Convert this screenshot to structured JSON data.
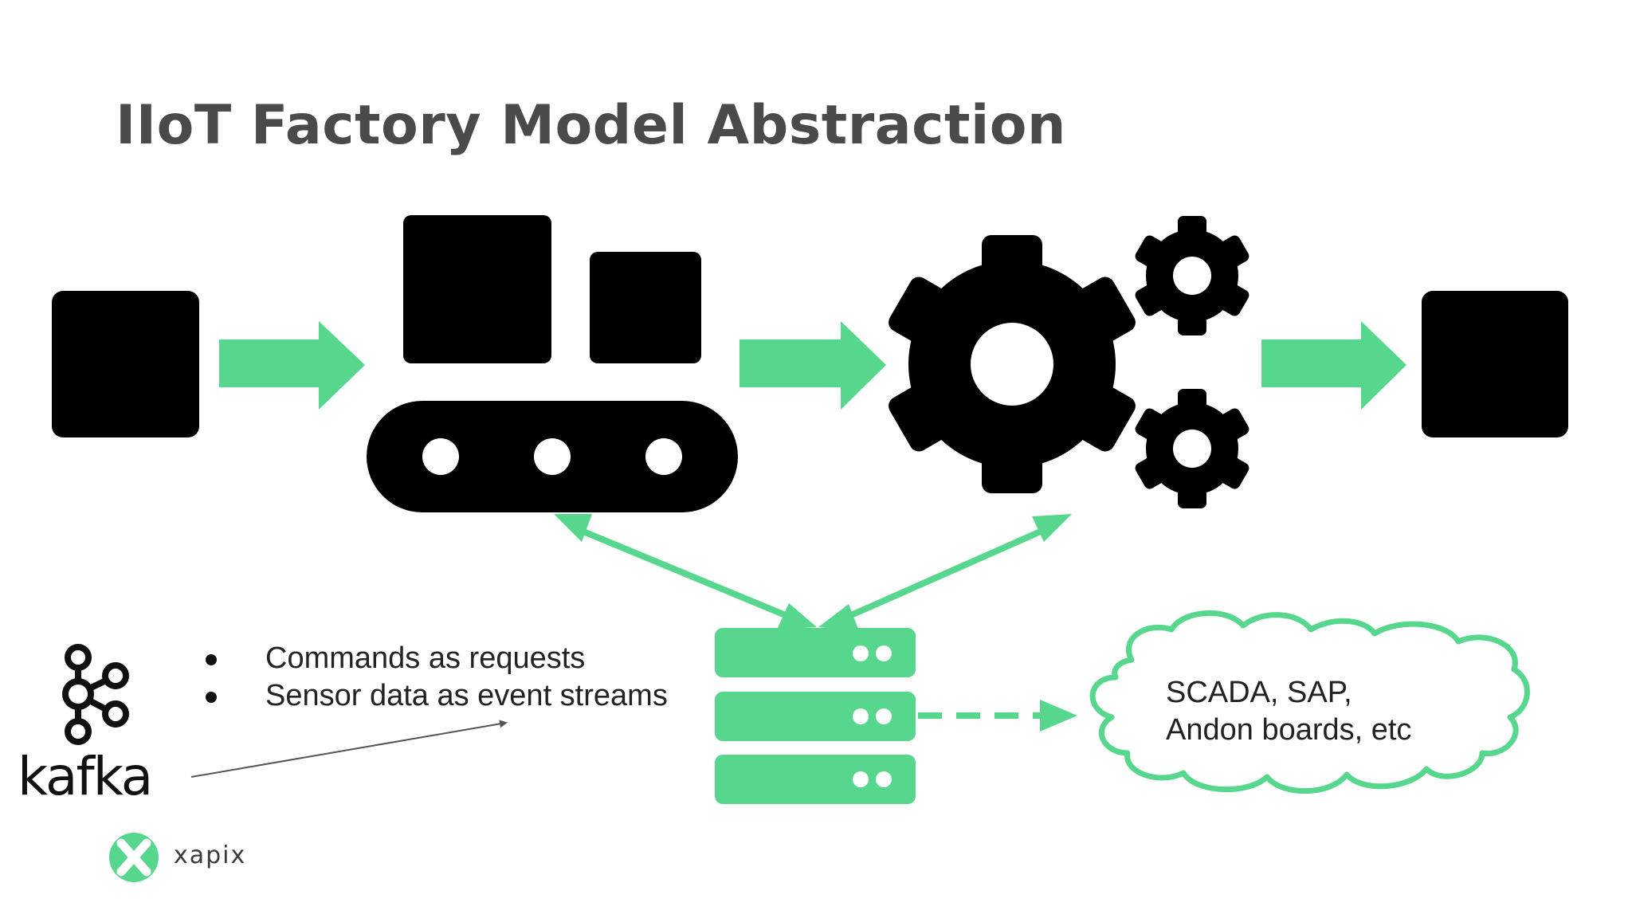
{
  "slide": {
    "title": "IIoT Factory Model Abstraction",
    "bullets": [
      "Commands as requests",
      "Sensor data as event streams"
    ],
    "cloud_label_lines": [
      "SCADA, SAP,",
      "Andon boards, etc"
    ],
    "logos": {
      "kafka_text": "kafka",
      "xapix_text": "xapix"
    }
  },
  "diagram": {
    "nodes": [
      {
        "id": "raw-material",
        "icon": "square-block-icon"
      },
      {
        "id": "conveyor",
        "icon": "conveyor-belt-icon"
      },
      {
        "id": "processing",
        "icon": "gears-icon"
      },
      {
        "id": "finished-product",
        "icon": "square-block-icon"
      },
      {
        "id": "kafka-server",
        "icon": "server-stack-icon"
      },
      {
        "id": "external-systems",
        "icon": "cloud-icon"
      }
    ],
    "edges": [
      {
        "from": "raw-material",
        "to": "conveyor",
        "style": "solid-block-arrow"
      },
      {
        "from": "conveyor",
        "to": "processing",
        "style": "solid-block-arrow"
      },
      {
        "from": "processing",
        "to": "finished-product",
        "style": "solid-block-arrow"
      },
      {
        "from": "conveyor",
        "to": "kafka-server",
        "style": "double-headed-line"
      },
      {
        "from": "processing",
        "to": "kafka-server",
        "style": "double-headed-line"
      },
      {
        "from": "kafka-server",
        "to": "external-systems",
        "style": "dashed-arrow"
      }
    ]
  },
  "colors": {
    "accent_green": "#57d68d",
    "icon_black": "#000000",
    "title_gray": "#4a4a4a"
  }
}
